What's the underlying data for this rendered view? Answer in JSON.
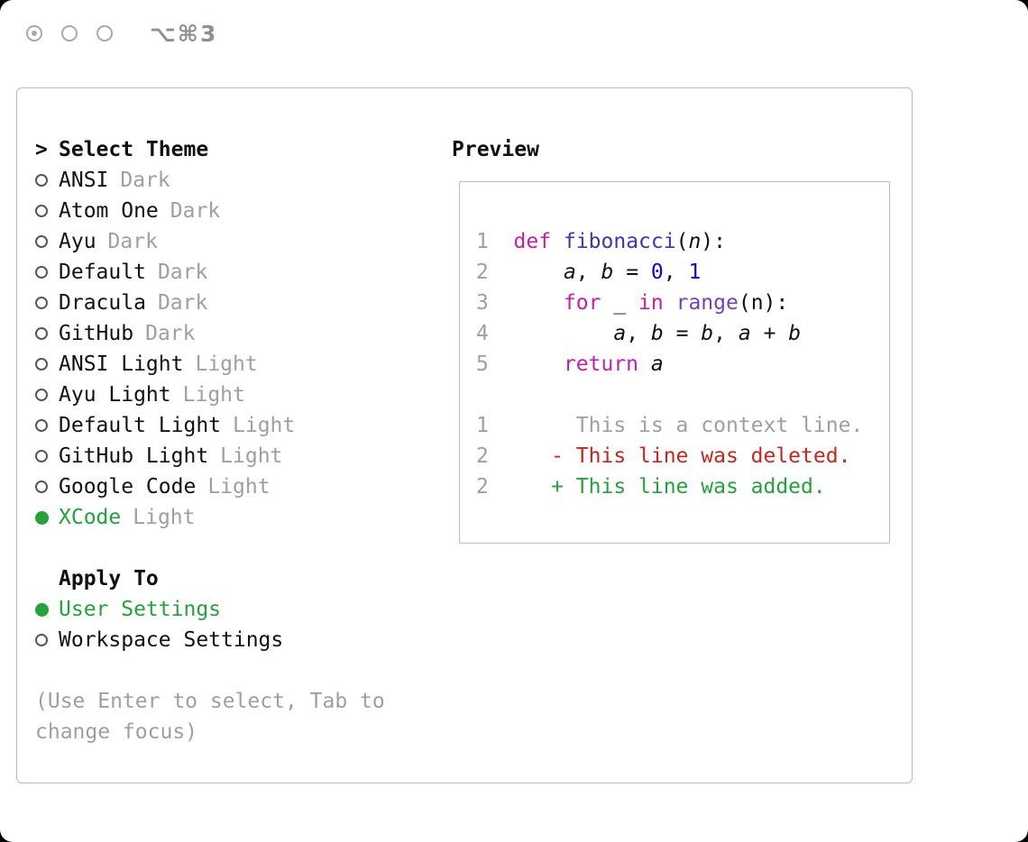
{
  "window": {
    "shortcut": "⌥⌘3"
  },
  "colors": {
    "green": "#23a33a",
    "text": "#111111",
    "muted": "#9e9ea4",
    "border": "#b6bcc6",
    "keyword": "#c51fa6",
    "func": "#4433b6",
    "number": "#1c01ce",
    "builtin": "#6f42c1",
    "deleted": "#c9251c",
    "chrome": "#a8a8ad",
    "shortcut": "#8f8f94"
  },
  "theme_selector": {
    "prompt": ">",
    "title": "Select Theme",
    "items": [
      {
        "name": "ANSI",
        "variant": "Dark",
        "selected": false
      },
      {
        "name": "Atom One",
        "variant": "Dark",
        "selected": false
      },
      {
        "name": "Ayu",
        "variant": "Dark",
        "selected": false
      },
      {
        "name": "Default",
        "variant": "Dark",
        "selected": false
      },
      {
        "name": "Dracula",
        "variant": "Dark",
        "selected": false
      },
      {
        "name": "GitHub",
        "variant": "Dark",
        "selected": false
      },
      {
        "name": "ANSI Light",
        "variant": "Light",
        "selected": false
      },
      {
        "name": "Ayu Light",
        "variant": "Light",
        "selected": false
      },
      {
        "name": "Default Light",
        "variant": "Light",
        "selected": false
      },
      {
        "name": "GitHub Light",
        "variant": "Light",
        "selected": false
      },
      {
        "name": "Google Code",
        "variant": "Light",
        "selected": false
      },
      {
        "name": "XCode",
        "variant": "Light",
        "selected": true
      }
    ]
  },
  "apply_to": {
    "title": "Apply To",
    "options": [
      {
        "label": "User Settings",
        "selected": true
      },
      {
        "label": "Workspace Settings",
        "selected": false
      }
    ]
  },
  "hint": {
    "line1": "(Use Enter to select, Tab to",
    "line2": "change focus)"
  },
  "preview": {
    "title": "Preview",
    "code_lines": [
      {
        "num": "1",
        "segments": [
          {
            "t": "def",
            "c": "keyword"
          },
          {
            "t": " "
          },
          {
            "t": "fibonacci",
            "c": "func"
          },
          {
            "t": "("
          },
          {
            "t": "n",
            "c": "var"
          },
          {
            "t": "):"
          }
        ]
      },
      {
        "num": "2",
        "segments": [
          {
            "t": "    "
          },
          {
            "t": "a",
            "c": "var"
          },
          {
            "t": ", "
          },
          {
            "t": "b",
            "c": "var"
          },
          {
            "t": " = "
          },
          {
            "t": "0",
            "c": "number"
          },
          {
            "t": ", "
          },
          {
            "t": "1",
            "c": "number"
          }
        ]
      },
      {
        "num": "3",
        "segments": [
          {
            "t": "    "
          },
          {
            "t": "for",
            "c": "keyword"
          },
          {
            "t": " _ "
          },
          {
            "t": "in",
            "c": "keyword"
          },
          {
            "t": " "
          },
          {
            "t": "range",
            "c": "builtin"
          },
          {
            "t": "(n):"
          }
        ]
      },
      {
        "num": "4",
        "segments": [
          {
            "t": "        "
          },
          {
            "t": "a",
            "c": "var"
          },
          {
            "t": ", "
          },
          {
            "t": "b",
            "c": "var"
          },
          {
            "t": " = "
          },
          {
            "t": "b",
            "c": "var"
          },
          {
            "t": ", "
          },
          {
            "t": "a",
            "c": "var"
          },
          {
            "t": " + "
          },
          {
            "t": "b",
            "c": "var"
          }
        ]
      },
      {
        "num": "5",
        "segments": [
          {
            "t": "    "
          },
          {
            "t": "return",
            "c": "keyword"
          },
          {
            "t": " "
          },
          {
            "t": "a",
            "c": "var"
          }
        ]
      },
      {
        "num": "",
        "segments": []
      },
      {
        "num": "1",
        "segments": [
          {
            "t": "     This is a context line.",
            "c": "context"
          }
        ]
      },
      {
        "num": "2",
        "segments": [
          {
            "t": "   - This line was deleted.",
            "c": "deleted"
          }
        ]
      },
      {
        "num": "2",
        "segments": [
          {
            "t": "   + This line was added.",
            "c": "added"
          }
        ]
      }
    ]
  }
}
